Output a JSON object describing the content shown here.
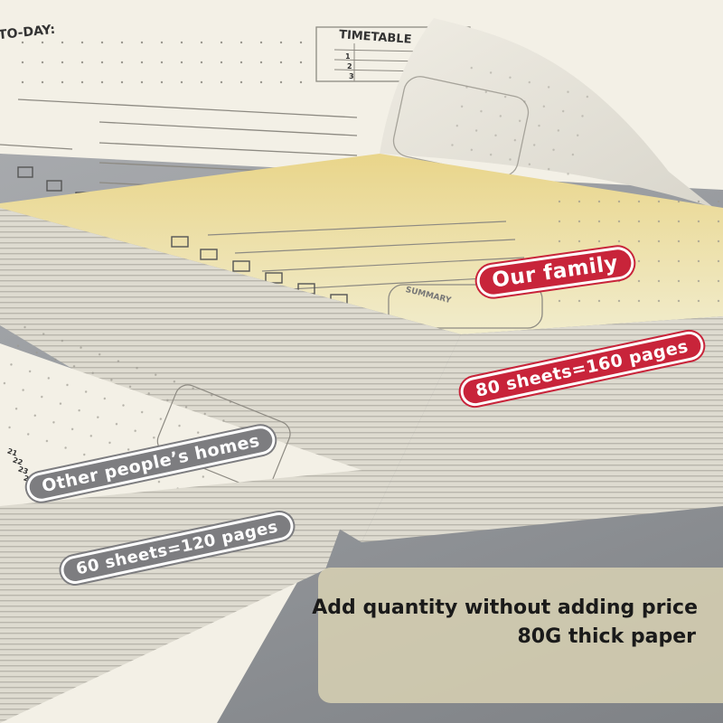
{
  "planner": {
    "today_label": "TO-DAY:",
    "timetable_label": "TIMETABLE",
    "summary_label": "SUMMARY",
    "row_numbers_top": [
      "1",
      "2",
      "3"
    ],
    "row_numbers_side": [
      "21",
      "22",
      "23",
      "24"
    ]
  },
  "stacks": {
    "our_family": {
      "label": "Our family",
      "count": "80 sheets=160 pages"
    },
    "others": {
      "label": "Other people’s homes",
      "count": "60 sheets=120 pages"
    }
  },
  "promo": {
    "line_1": "Add quantity without adding price",
    "line_2": "80G thick paper"
  },
  "colors": {
    "paper": "#f3f0e6",
    "page_edge": "#e4e0d4",
    "badge_red": "#c8243a",
    "badge_grey": "#7d7d80",
    "promo_panel": "#dcd4b4"
  }
}
